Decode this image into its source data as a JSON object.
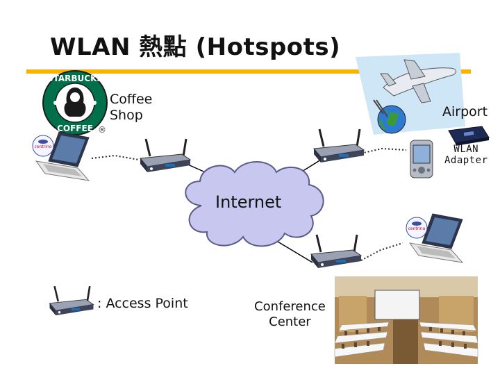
{
  "slide": {
    "title": "WLAN 熱點 (Hotspots)"
  },
  "labels": {
    "coffee_shop": "Coffee\nShop",
    "airport": "Airport",
    "wlan_adapter": "WLAN\nAdapter",
    "internet": "Internet",
    "access_point_legend": ": Access Point",
    "conference_center": "Conference\nCenter",
    "registered_mark": "®"
  },
  "logos": {
    "starbucks_text_top": "STARBUCKS",
    "starbucks_text_bottom": "COFFEE",
    "centrino": "centrino"
  },
  "colors": {
    "title_bar": "#f5b400",
    "cloud_fill": "#c7c7f0",
    "cloud_stroke": "#5a5a8a",
    "starbucks_green": "#00704a"
  },
  "icons": [
    "wireless-router-icon",
    "laptop-icon",
    "pda-icon",
    "airplane-icon",
    "globe-icon",
    "wlan-card-icon",
    "cloud-icon"
  ]
}
